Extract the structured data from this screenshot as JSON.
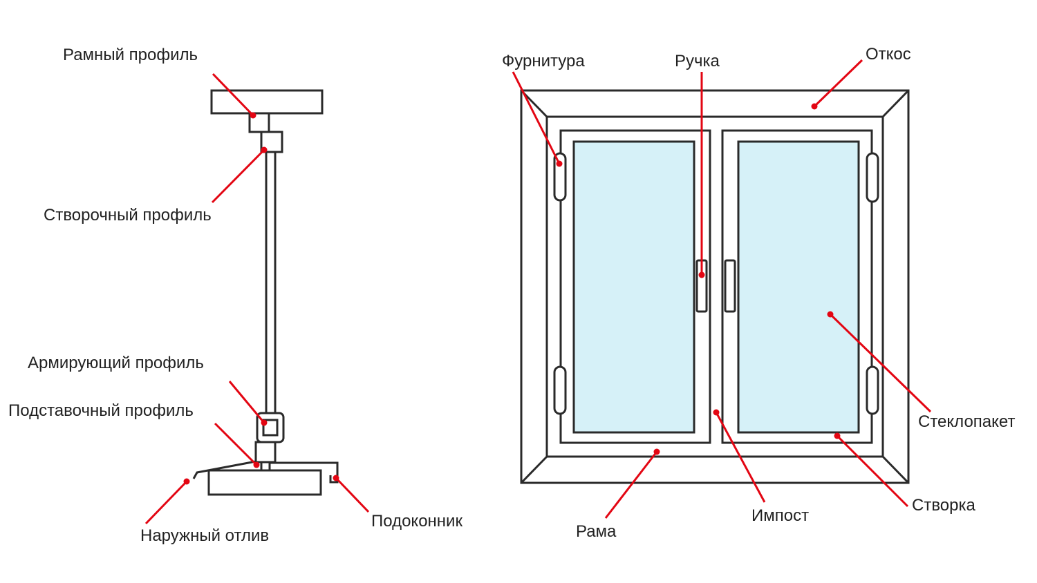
{
  "colors": {
    "line": "#2a2a2a",
    "accent": "#e30613",
    "glass": "#d6f1f8",
    "text": "#222222"
  },
  "labels": {
    "frame_profile": "Рамный профиль",
    "sash_profile": "Створочный профиль",
    "reinforcing_profile": "Армирующий профиль",
    "stand_profile": "Подставочный профиль",
    "outer_drip": "Наружный отлив",
    "windowsill": "Подоконник",
    "hardware": "Фурнитура",
    "handle": "Ручка",
    "slope": "Откос",
    "glass_unit": "Стеклопакет",
    "sash": "Створка",
    "mullion": "Импост",
    "frame": "Рама"
  }
}
